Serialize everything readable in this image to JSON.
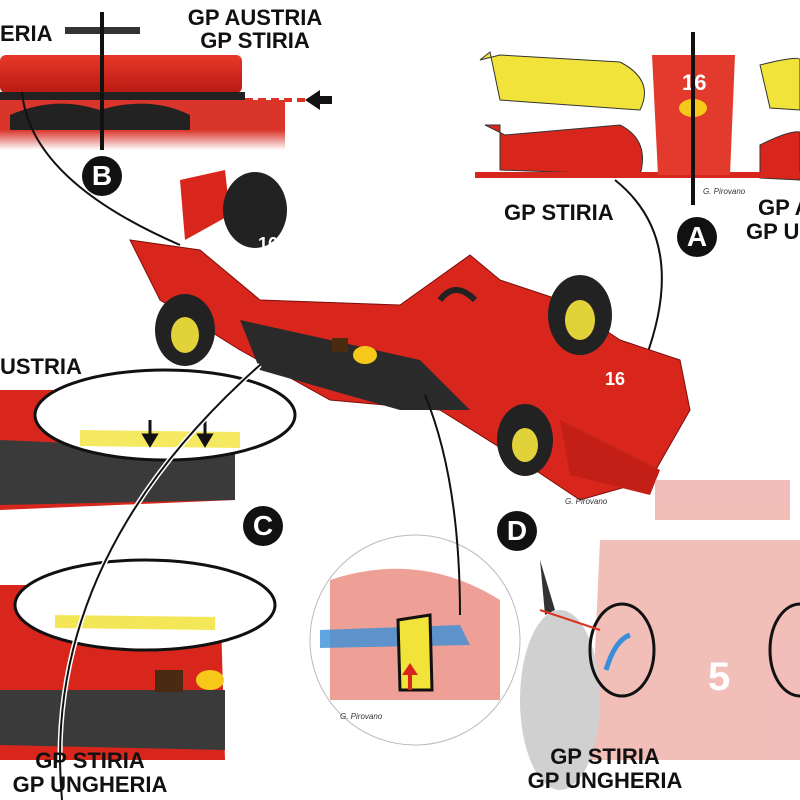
{
  "labels": {
    "top_left_cropped": "ERIA",
    "rear_wing_line1": "GP AUSTRIA",
    "rear_wing_line2": "GP STIRIA",
    "front_wing_left": "GP STIRIA",
    "front_wing_right_line1": "GP A",
    "front_wing_right_line2": "GP U",
    "floor_top_cropped": "USTRIA",
    "floor_bottom_line1": "GP STIRIA",
    "floor_bottom_line2": "GP UNGHERIA",
    "bargeboard_line1": "GP STIRIA",
    "bargeboard_line2": "GP UNGHERIA"
  },
  "badges": {
    "a": "A",
    "b": "B",
    "c": "C",
    "d": "D"
  },
  "signatures": {
    "front_wing": "G. Pirovano",
    "main_car": "G. Pirovano",
    "detail_d": "G. Pirovano"
  },
  "colors": {
    "ferrari_red": "#d8261c",
    "highlight_yellow": "#f2e33a",
    "flow_blue": "#3a8fd8",
    "ink": "#111111"
  }
}
